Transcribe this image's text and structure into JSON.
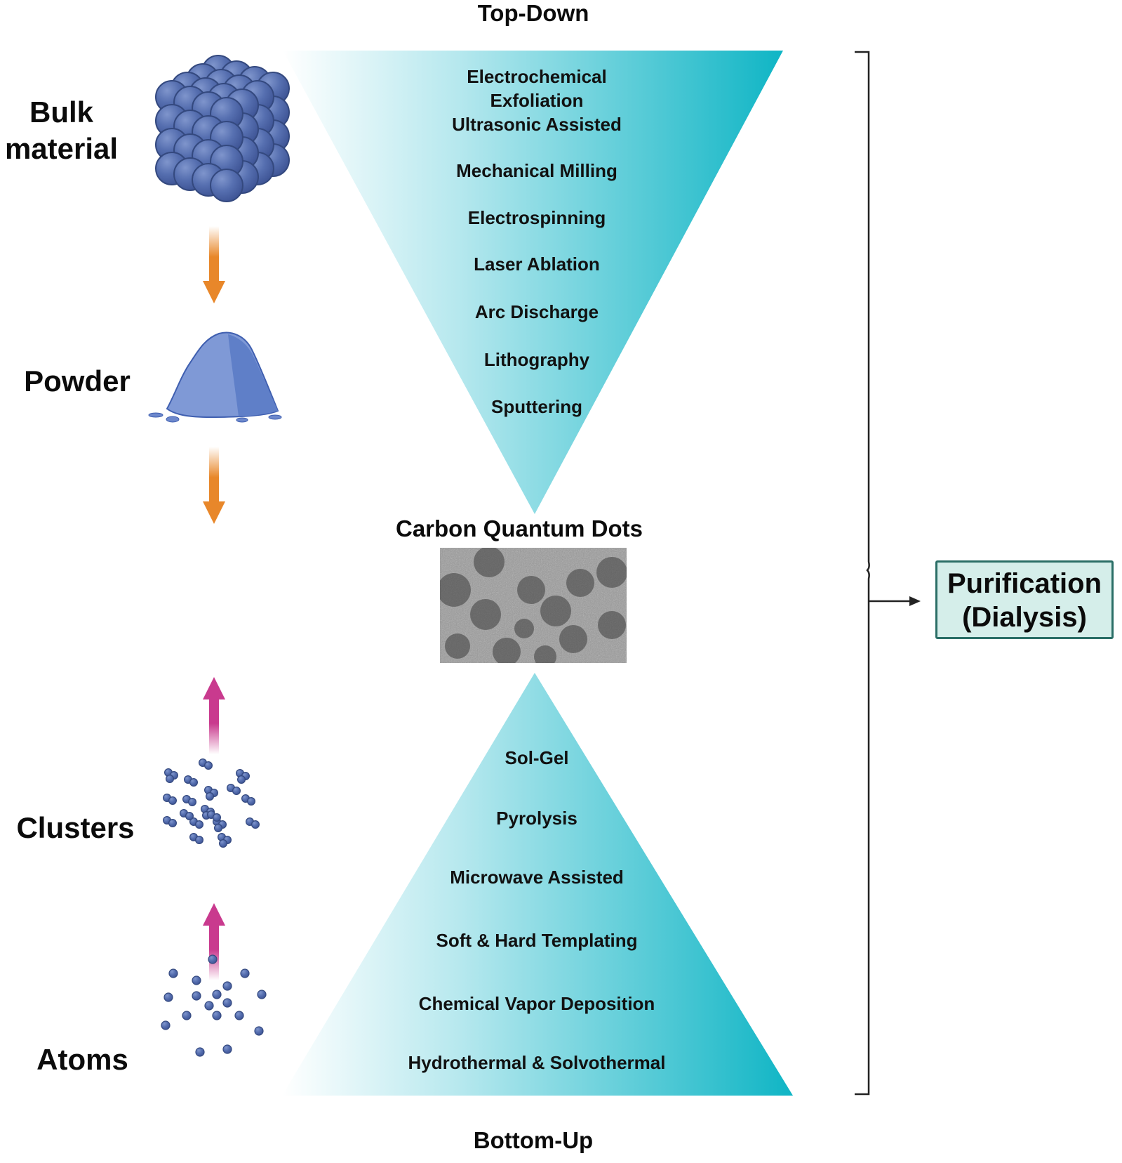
{
  "top_heading": "Top-Down",
  "bottom_heading": "Bottom-Up",
  "center_label": "Carbon Quantum Dots",
  "stages": {
    "bulk": "Bulk\nmaterial",
    "powder": "Powder",
    "clusters": "Clusters",
    "atoms": "Atoms"
  },
  "top_down_methods": [
    "Electrochemical\nExfoliation\nUltrasonic Assisted",
    "Mechanical Milling",
    "Electrospinning",
    "Laser Ablation",
    "Arc Discharge",
    "Lithography",
    "Sputtering"
  ],
  "bottom_up_methods": [
    "Sol-Gel",
    "Pyrolysis",
    "Microwave Assisted",
    "Soft & Hard Templating",
    "Chemical Vapor Deposition",
    "Hydrothermal & Solvothermal"
  ],
  "purification": "Purification\n(Dialysis)",
  "colors": {
    "funnel_start": "#ffffff",
    "funnel_end": "#0fb5c5",
    "top_down_arrow": "#e8872a",
    "bottom_up_arrow": "#c93a8e",
    "particle": "#4f68a8",
    "particle_dark": "#34497f",
    "purification_fill": "#d5eeea",
    "purification_border": "#2a6e66"
  }
}
